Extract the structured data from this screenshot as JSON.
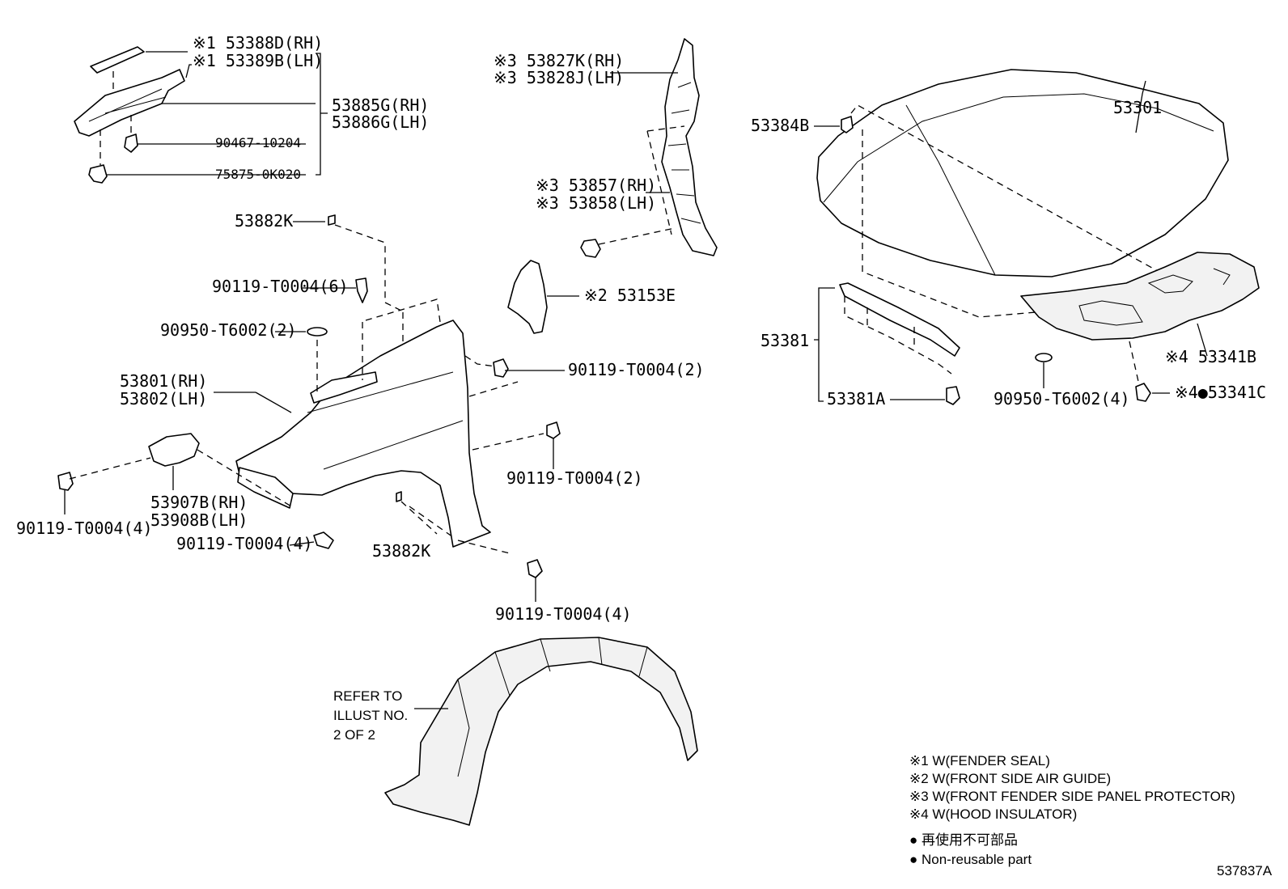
{
  "callouts": {
    "fender_seal_rh": "※1 53388D(RH)",
    "fender_seal_lh": "※1 53389B(LH)",
    "seal_retainer_rh": "53885G(RH)",
    "seal_retainer_lh": "53886G(LH)",
    "clip_90467": "90467-10204",
    "clip_75875": "75875-0K020",
    "protector_rh": "※3 53827K(RH)",
    "protector_lh": "※3 53828J(LH)",
    "panel_protector_rh": "※3 53857(RH)",
    "panel_protector_lh": "※3 53858(LH)",
    "cushion_top": "53882K",
    "bolt_6": "90119-T0004(6)",
    "plug_2": "90950-T6002(2)",
    "air_guide": "※2 53153E",
    "bolt_2a": "90119-T0004(2)",
    "fender_rh": "53801(RH)",
    "fender_lh": "53802(LH)",
    "bolt_2b": "90119-T0004(2)",
    "bracket_rh": "53907B(RH)",
    "bracket_lh": "53908B(LH)",
    "bolt_4a": "90119-T0004(4)",
    "bolt_4b": "90119-T0004(4)",
    "cushion_bottom": "53882K",
    "bolt_4c": "90119-T0004(4)",
    "hood": "53301",
    "hood_cushion": "53384B",
    "hood_seal": "53381",
    "hood_seal_clip": "53381A",
    "plug_4": "90950-T6002(4)",
    "insulator": "※4 53341B",
    "insulator_clip": "※4●53341C",
    "refer_line1": "REFER TO",
    "refer_line2": "ILLUST NO.",
    "refer_line3": "2 OF 2"
  },
  "notes": {
    "n1": "※1 W(FENDER SEAL)",
    "n2": "※2 W(FRONT SIDE AIR GUIDE)",
    "n3": "※3 W(FRONT FENDER SIDE PANEL PROTECTOR)",
    "n4": "※4 W(HOOD INSULATOR)",
    "legend_jp": "● 再使用不可部品",
    "legend_en": "● Non-reusable part"
  },
  "diagram_id": "537837A"
}
